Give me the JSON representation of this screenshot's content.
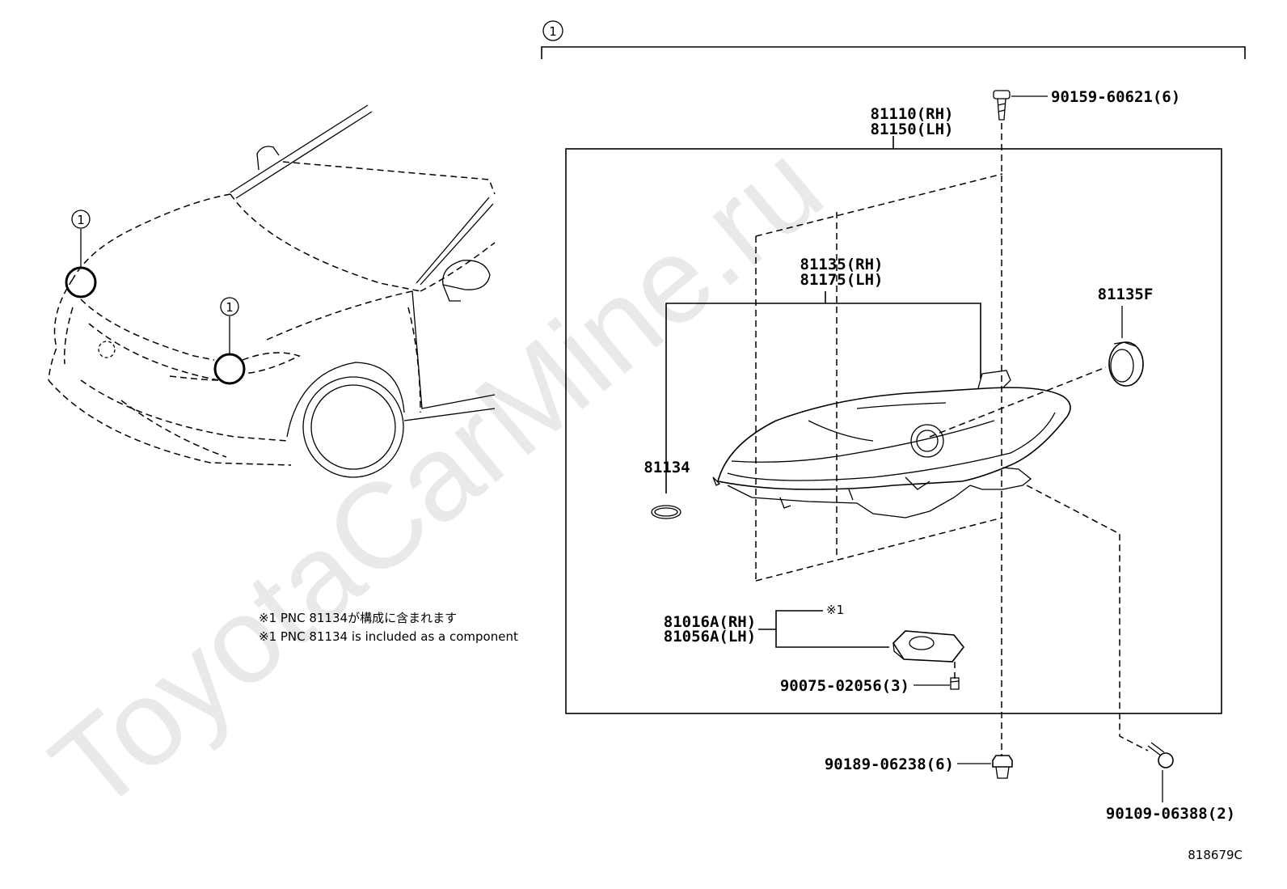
{
  "watermark": "ToyotaCarMine.ru",
  "assembly_ref": "1",
  "vehicle_callouts": [
    "1",
    "1"
  ],
  "parts": {
    "headlamp_rh": "81110(RH)",
    "headlamp_lh": "81150(LH)",
    "housing_rh": "81135(RH)",
    "housing_lh": "81175(LH)",
    "cover": "81135F",
    "gasket": "81134",
    "computer_rh": "81016A(RH)",
    "computer_lh": "81056A(LH)",
    "computer_note_mark": "※1",
    "screw_top": "90159-60621(6)",
    "screw_computer": "90075-02056(3)",
    "nut_bottom": "90189-06238(6)",
    "bolt_bottom": "90109-06388(2)"
  },
  "notes": {
    "jp": "※1 PNC 81134が構成に含まれます",
    "en": "※1 PNC 81134 is included as a component"
  },
  "illustration_id": "818679C"
}
